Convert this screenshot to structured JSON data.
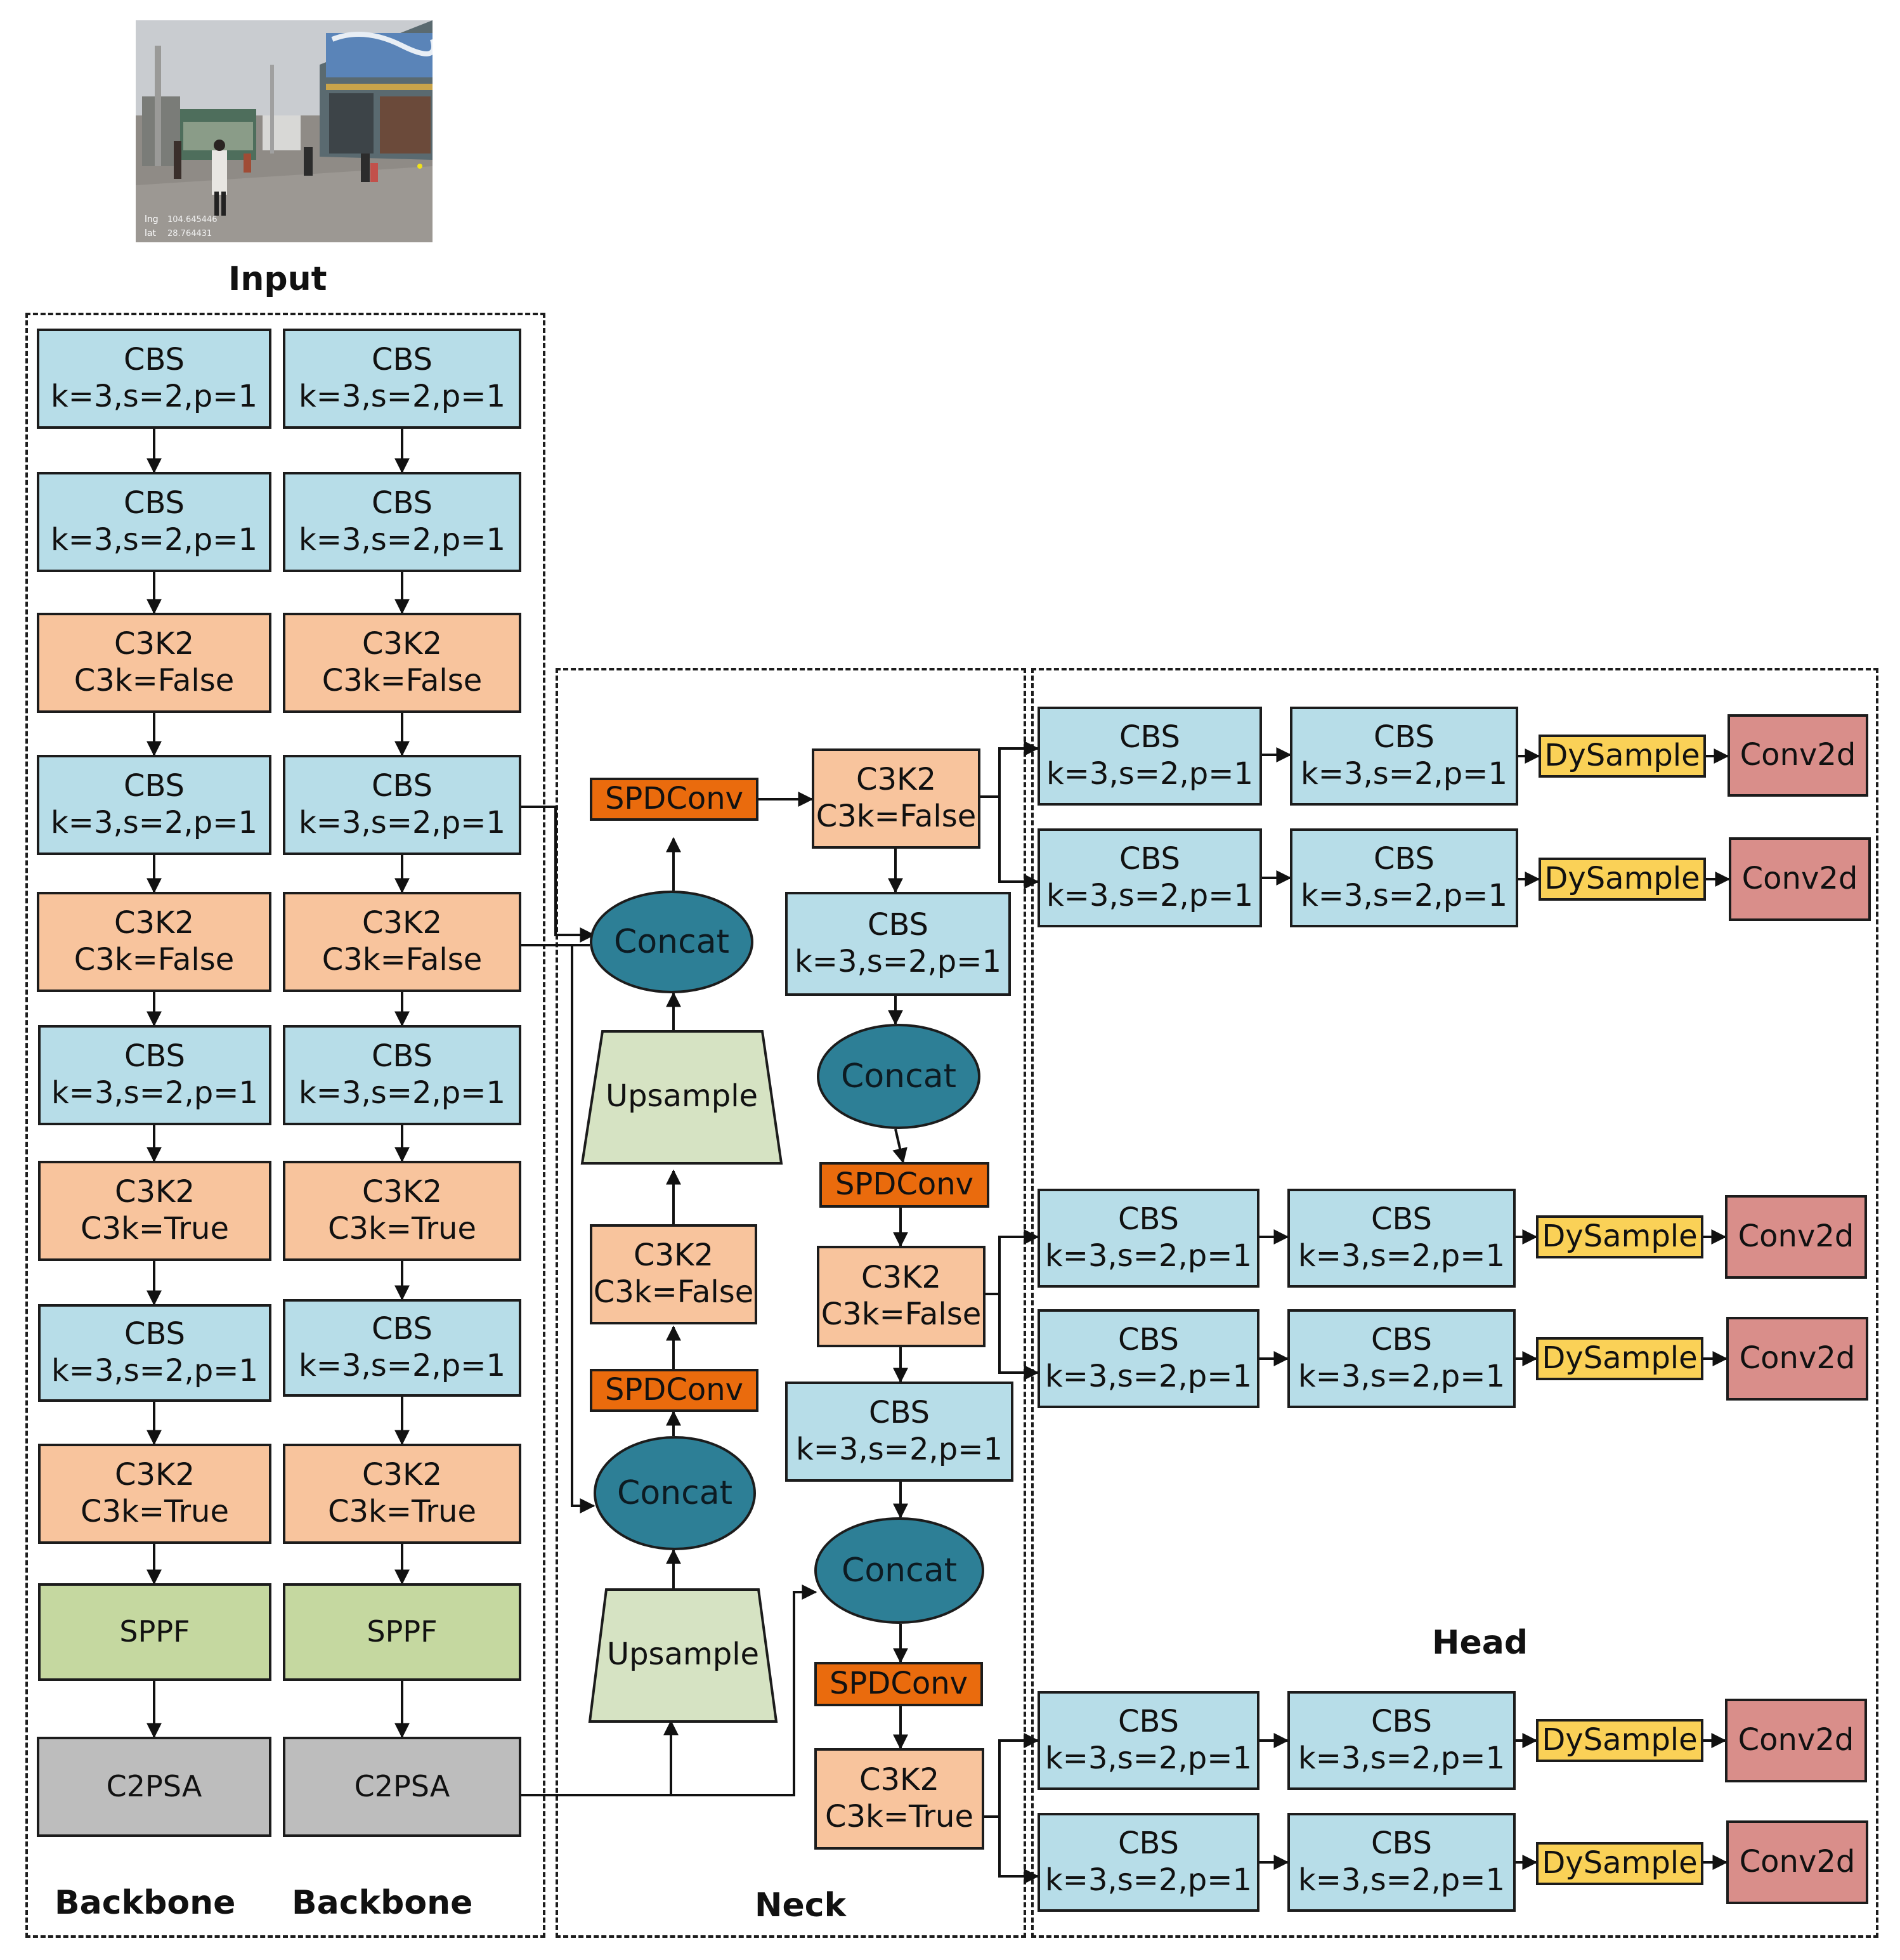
{
  "labels": {
    "input": "Input",
    "backbone_1": "Backbone",
    "backbone_2": "Backbone",
    "neck": "Neck",
    "head": "Head"
  },
  "cbs": {
    "title": "CBS",
    "params": "k=3,s=2,p=1"
  },
  "c3k2": {
    "title": "C3K2",
    "false_label": "C3k=False",
    "true_label": "C3k=True"
  },
  "sppf": "SPPF",
  "c2psa": "C2PSA",
  "concat": "Concat",
  "upsample": "Upsample",
  "spdconv": "SPDConv",
  "dysample": "DySample",
  "conv2d": "Conv2d",
  "input_image": {
    "overlay_lng_key": "lng",
    "overlay_lng_value": "104.645446",
    "overlay_lat_key": "lat",
    "overlay_lat_value": "28.764431"
  },
  "colors": {
    "cbs": "#b7dde8",
    "c3k2": "#f8c49d",
    "sppf": "#c5d8a0",
    "c2psa": "#bdbdbd",
    "concat": "#2d7f96",
    "upsample": "#d6e3c3",
    "spdconv": "#ea6b0d",
    "dysample": "#fad157",
    "conv2d": "#d98e8a"
  }
}
